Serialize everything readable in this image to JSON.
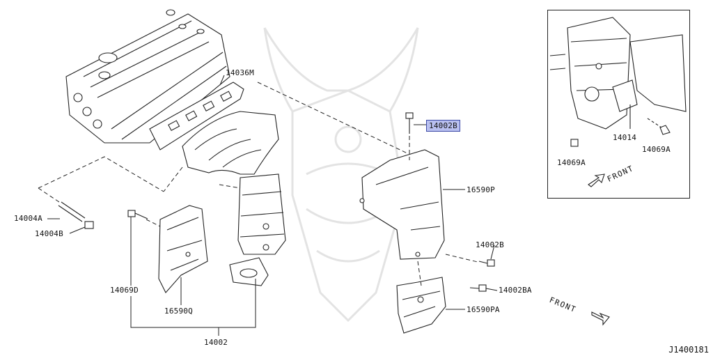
{
  "diagram": {
    "figure_code": "J1400181",
    "front_label": "FRONT",
    "selected_part": "14002B",
    "colors": {
      "line": "#222222",
      "highlight_fill": "#b9c0f0",
      "highlight_border": "#3c4aa6",
      "watermark": "#e3e3e3"
    },
    "parts": {
      "p14036M": "14036M",
      "p14002B_top": "14002B",
      "p16590P": "16590P",
      "p14004A": "14004A",
      "p14004B": "14004B",
      "p14002B_right": "14002B",
      "p14002BA": "14002BA",
      "p16590PA": "16590PA",
      "p14069D": "14069D",
      "p16590Q": "16590Q",
      "p14002": "14002",
      "p14014": "14014",
      "p14069A_left": "14069A",
      "p14069A_right": "14069A"
    }
  }
}
